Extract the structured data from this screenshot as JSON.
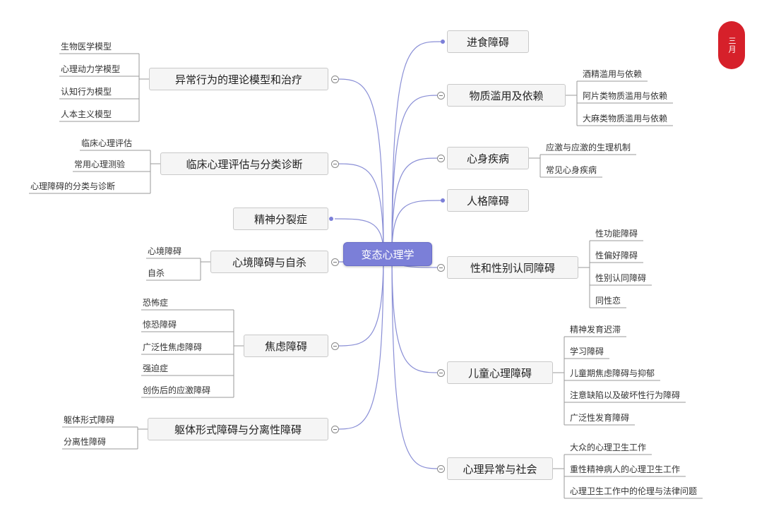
{
  "root": {
    "id": "root",
    "label": "变态心理学"
  },
  "left": [
    {
      "id": "L1",
      "label": "异常行为的理论模型和治疗",
      "children": [
        "生物医学模型",
        "心理动力学模型",
        "认知行为模型",
        "人本主义模型"
      ]
    },
    {
      "id": "L2",
      "label": "临床心理评估与分类诊断",
      "children": [
        "临床心理评估",
        "常用心理测验",
        "心理障碍的分类与诊断"
      ]
    },
    {
      "id": "L3",
      "label": "精神分裂症",
      "children": []
    },
    {
      "id": "L4",
      "label": "心境障碍与自杀",
      "children": [
        "心境障碍",
        "自杀"
      ]
    },
    {
      "id": "L5",
      "label": "焦虑障碍",
      "children": [
        "恐怖症",
        "惊恐障碍",
        "广泛性焦虑障碍",
        "强迫症",
        "创伤后的应激障碍"
      ]
    },
    {
      "id": "L6",
      "label": "躯体形式障碍与分离性障碍",
      "children": [
        "躯体形式障碍",
        "分离性障碍"
      ]
    }
  ],
  "right": [
    {
      "id": "R1",
      "label": "进食障碍",
      "children": []
    },
    {
      "id": "R2",
      "label": "物质滥用及依赖",
      "children": [
        "酒精滥用与依赖",
        "阿片类物质滥用与依赖",
        "大麻类物质滥用与依赖"
      ]
    },
    {
      "id": "R3",
      "label": "心身疾病",
      "children": [
        "应激与应激的生理机制",
        "常见心身疾病"
      ]
    },
    {
      "id": "R4",
      "label": "人格障碍",
      "children": []
    },
    {
      "id": "R5",
      "label": "性和性别认同障碍",
      "children": [
        "性功能障碍",
        "性偏好障碍",
        "性别认同障碍",
        "同性恋"
      ]
    },
    {
      "id": "R6",
      "label": "儿童心理障碍",
      "children": [
        "精神发育迟滞",
        "学习障碍",
        "儿童期焦虑障碍与抑郁",
        "注意缺陷以及破坏性行为障碍",
        "广泛性发育障碍"
      ]
    },
    {
      "id": "R7",
      "label": "心理异常与社会",
      "children": [
        "大众的心理卫生工作",
        "重性精神病人的心理卫生工作",
        "心理卫生工作中的伦理与法律问题"
      ]
    }
  ],
  "colors": {
    "root": "#7b7fd8",
    "edge": "#8a8fd6",
    "leaf_line": "#9a9a9a"
  },
  "logo": {
    "icon": "seal-logo",
    "text": "三月"
  }
}
